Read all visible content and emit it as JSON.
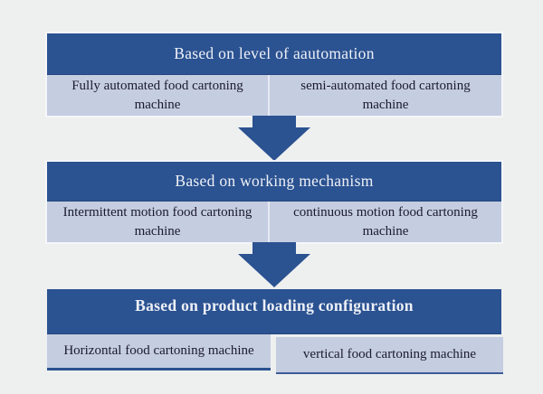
{
  "colors": {
    "background": "#eef0f0",
    "header_bg": "#2b5291",
    "header_text": "#eef1f7",
    "cell_bg": "#c5cde1",
    "cell_text": "#1b1b2f",
    "arrow": "#2b5291"
  },
  "diagram": {
    "sections": [
      {
        "header": "Based on level of aautomation",
        "items": [
          "Fully automated food cartoning machine",
          "semi-automated food cartoning machine"
        ]
      },
      {
        "header": "Based on working mechanism",
        "items": [
          "Intermittent motion food cartoning machine",
          "continuous motion food cartoning machine"
        ]
      },
      {
        "header": "Based on product loading configuration",
        "items": [
          "Horizontal food cartoning machine",
          "vertical food cartoning machine"
        ]
      }
    ],
    "connector_icon": "down-arrow"
  }
}
